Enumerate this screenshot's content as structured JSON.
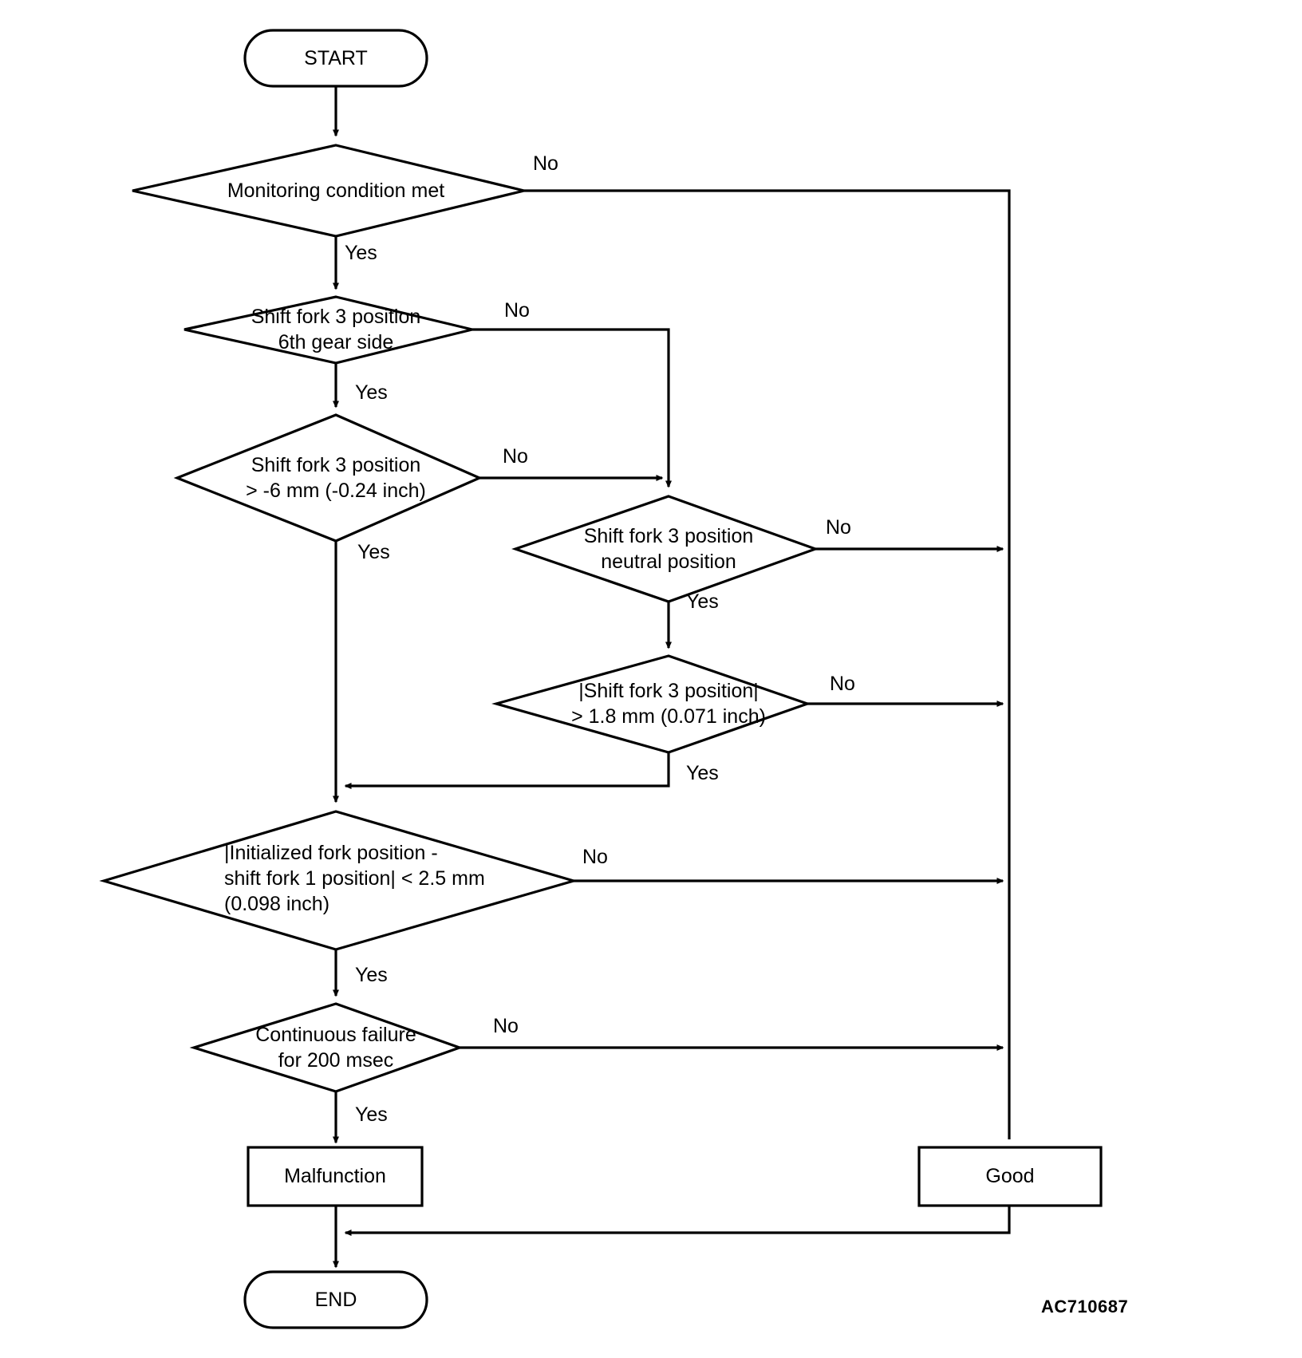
{
  "diagram": {
    "type": "flowchart",
    "reference_code": "AC710687",
    "terminators": {
      "start": "START",
      "end": "END"
    },
    "decisions": [
      {
        "id": "monitoring",
        "text": "Monitoring condition met"
      },
      {
        "id": "fork3-6th",
        "text": "Shift fork 3 position\n6th gear side"
      },
      {
        "id": "fork3-minus6",
        "text": "Shift fork 3 position\n> -6 mm (-0.24 inch)"
      },
      {
        "id": "fork3-neutral",
        "text": "Shift fork 3 position\nneutral position"
      },
      {
        "id": "fork3-abs",
        "text": "|Shift fork 3 position|\n> 1.8 mm (0.071 inch)"
      },
      {
        "id": "init-fork",
        "text": "|Initialized fork position -\nshift fork 1 position| < 2.5 mm\n(0.098 inch)"
      },
      {
        "id": "continuous",
        "text": "Continuous failure\nfor 200 msec"
      }
    ],
    "results": {
      "malfunction": "Malfunction",
      "good": "Good"
    },
    "branch_labels": {
      "monitoring_no": "No",
      "monitoring_yes": "Yes",
      "fork3_6th_no": "No",
      "fork3_6th_yes": "Yes",
      "fork3_minus6_no": "No",
      "fork3_minus6_yes": "Yes",
      "fork3_neutral_no": "No",
      "fork3_neutral_yes": "Yes",
      "fork3_abs_no": "No",
      "fork3_abs_yes": "Yes",
      "init_fork_no": "No",
      "init_fork_yes": "Yes",
      "continuous_no": "No",
      "continuous_yes": "Yes"
    }
  }
}
